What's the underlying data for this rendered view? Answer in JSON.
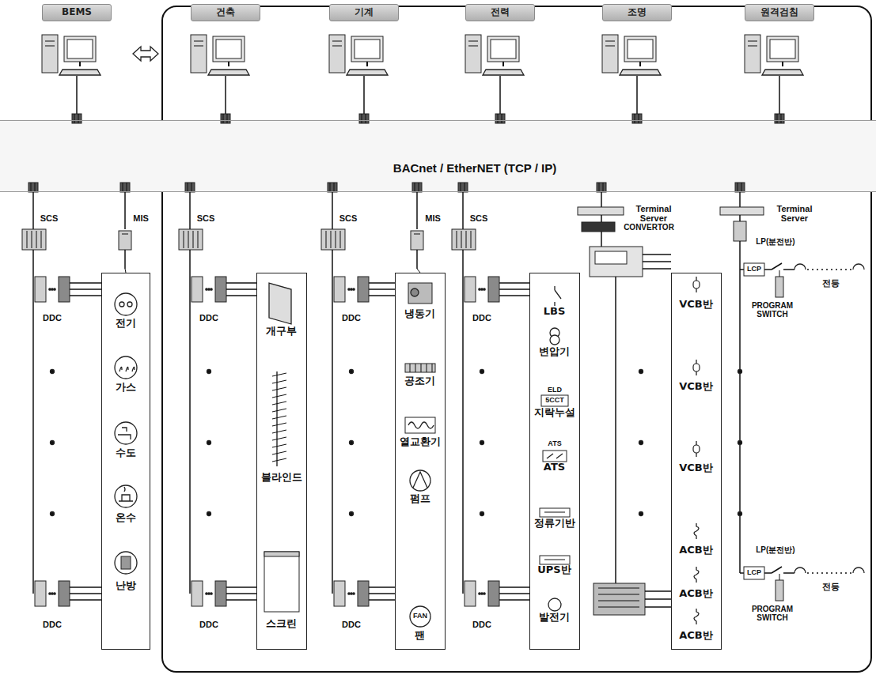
{
  "diagram": {
    "nodes": [
      {
        "text": [
          "BEMS"
        ]
      },
      {
        "text": [
          "건축"
        ]
      },
      {
        "text": [
          "기계"
        ]
      },
      {
        "text": [
          "전력"
        ]
      },
      {
        "text": [
          "조명"
        ]
      },
      {
        "text": [
          "원격검침"
        ]
      },
      {
        "text": [
          "BACnet / EtherNET (TCP / IP)"
        ]
      },
      {
        "text": [
          "전기",
          "가스",
          "수도",
          "온수",
          "난방"
        ]
      },
      {
        "text": [
          "개구부",
          "블라인드",
          "스크린"
        ]
      },
      {
        "text": [
          "냉동기",
          "공조기",
          "열교환기",
          "펌프",
          "팬"
        ]
      },
      {
        "text": [
          "LBS",
          "변압기",
          "지락누설",
          "ATS",
          "정류기반",
          "UPS반",
          "발전기"
        ]
      },
      {
        "text": [
          "VCB반",
          "VCB반",
          "VCB반",
          "ACB반",
          "ACB반",
          "ACB반"
        ]
      }
    ],
    "labels": [
      "SCS",
      "MIS",
      "SCS",
      "SCS",
      "MIS",
      "SCS",
      "Terminal Server",
      "CONVERTOR",
      "Terminal Server",
      "DDC",
      "DDC",
      "DDC",
      "DDC",
      "DDC",
      "DDC",
      "DDC",
      "DDC",
      "ELD",
      "5CCT",
      "ATS",
      "FAN",
      "LP(분전반)",
      "LCP",
      "PROGRAM SWITCH",
      "전등",
      "LP(분전반)",
      "LCP",
      "PROGRAM SWITCH",
      "전등"
    ]
  }
}
